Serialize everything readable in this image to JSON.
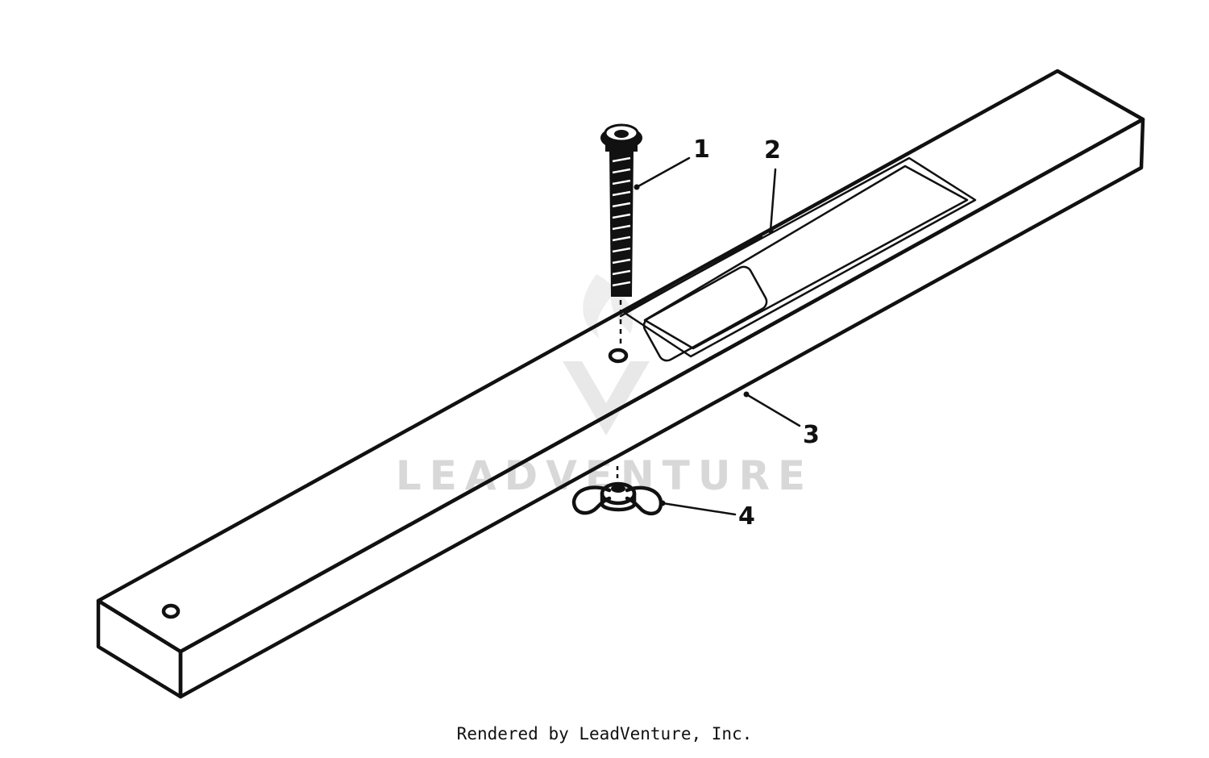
{
  "callouts": [
    {
      "id": "1",
      "label": "1"
    },
    {
      "id": "2",
      "label": "2"
    },
    {
      "id": "3",
      "label": "3"
    },
    {
      "id": "4",
      "label": "4"
    }
  ],
  "watermark": {
    "text": "LEADVENTURE"
  },
  "footer": {
    "credit": "Rendered by LeadVenture, Inc."
  },
  "colors": {
    "line": "#111111",
    "watermark": "#d8d8d8",
    "background": "#ffffff"
  }
}
